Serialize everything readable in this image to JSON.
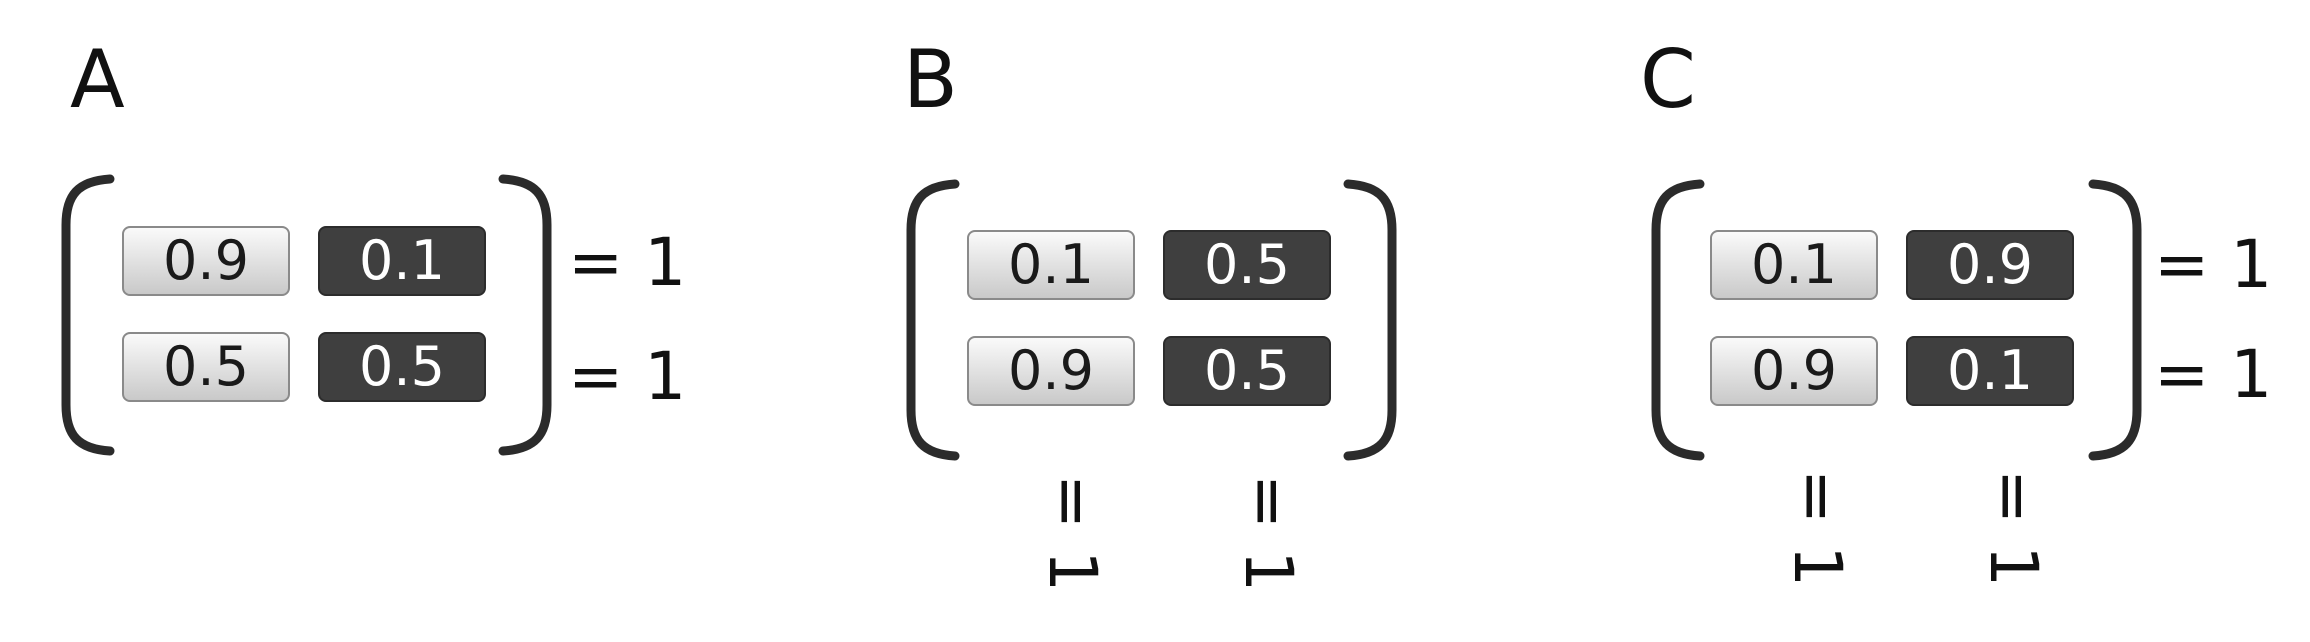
{
  "panels": [
    {
      "label": "A",
      "rows": [
        [
          "0.9",
          "0.1"
        ],
        [
          "0.5",
          "0.5"
        ]
      ],
      "row_sums": [
        "= 1",
        "= 1"
      ],
      "col_sums": []
    },
    {
      "label": "B",
      "rows": [
        [
          "0.1",
          "0.5"
        ],
        [
          "0.9",
          "0.5"
        ]
      ],
      "row_sums": [],
      "col_sums": [
        "= 1",
        "= 1"
      ]
    },
    {
      "label": "C",
      "rows": [
        [
          "0.1",
          "0.9"
        ],
        [
          "0.9",
          "0.1"
        ]
      ],
      "row_sums": [
        "= 1",
        "= 1"
      ],
      "col_sums": [
        "= 1",
        "= 1"
      ]
    }
  ],
  "colors": {
    "light_cell": "#e4e4e4",
    "dark_cell": "#3f3f3f",
    "bracket": "#2b2b2b",
    "text": "#111111"
  }
}
